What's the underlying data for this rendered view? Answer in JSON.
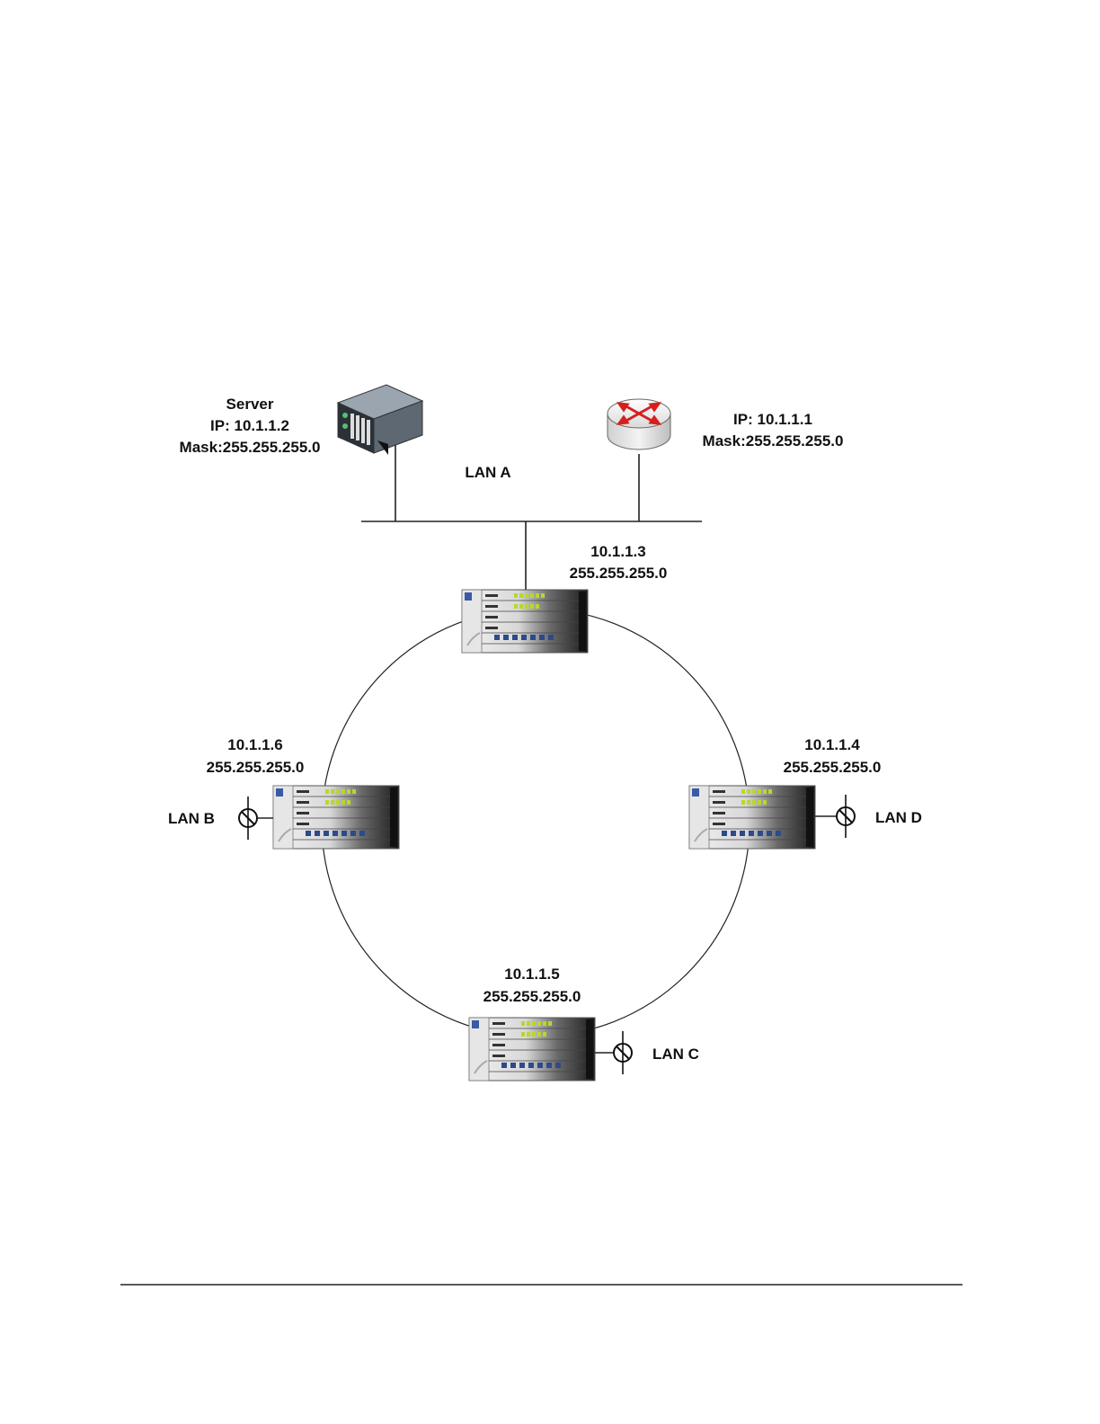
{
  "server": {
    "title": "Server",
    "ip": "IP: 10.1.1.2",
    "mask": "Mask:255.255.255.0",
    "icon": "server-icon"
  },
  "router": {
    "ip": "IP: 10.1.1.1",
    "mask": "Mask:255.255.255.0",
    "icon": "router-icon"
  },
  "lan_a": {
    "label": "LAN A"
  },
  "nodes": {
    "top": {
      "ip": "10.1.1.3",
      "mask": "255.255.255.0"
    },
    "right": {
      "ip": "10.1.1.4",
      "mask": "255.255.255.0",
      "lan": "LAN D"
    },
    "bottom": {
      "ip": "10.1.1.5",
      "mask": "255.255.255.0",
      "lan": "LAN C"
    },
    "left": {
      "ip": "10.1.1.6",
      "mask": "255.255.255.0",
      "lan": "LAN B"
    }
  },
  "colors": {
    "line": "#222222",
    "router_arrows": "#d61f1f",
    "server_body": "#6f7a86",
    "led_green": "#b8d82a"
  }
}
